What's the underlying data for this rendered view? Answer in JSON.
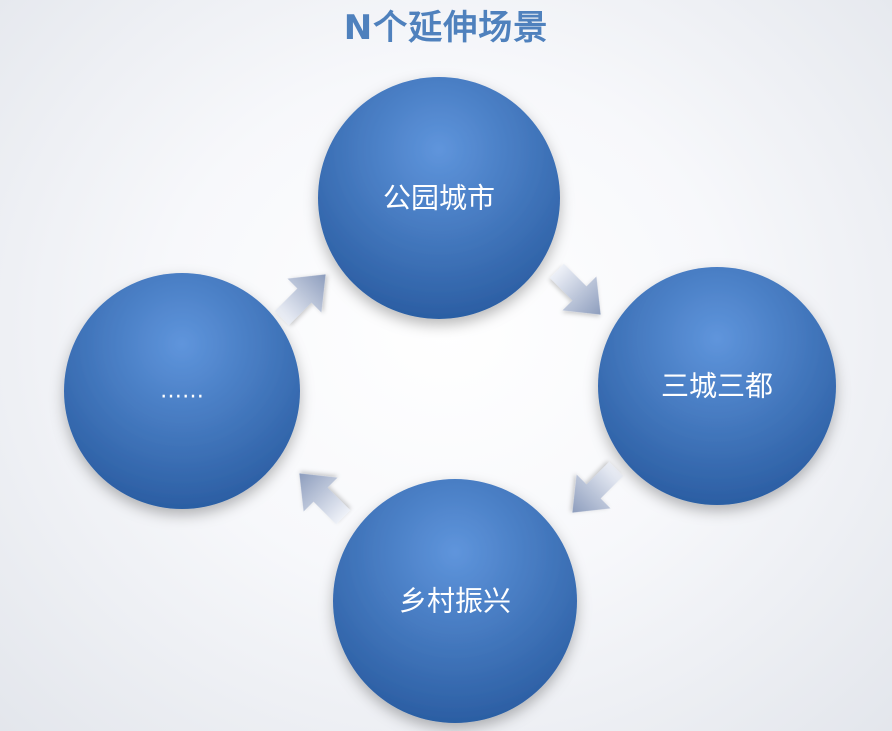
{
  "title": "N个延伸场景",
  "colors": {
    "title": "#4f81bd",
    "node_light": "#5f95dc",
    "node_dark": "#2b5ea3",
    "arrow_light": "#eef1f8",
    "arrow_dark": "#8d9dbd"
  },
  "nodes": [
    {
      "label": "公园城市"
    },
    {
      "label": "三城三都"
    },
    {
      "label": "乡村振兴"
    },
    {
      "label": "……"
    }
  ],
  "arrow_icons": [
    "arrow-right-down-icon",
    "arrow-left-down-icon",
    "arrow-left-up-icon",
    "arrow-right-up-icon"
  ]
}
